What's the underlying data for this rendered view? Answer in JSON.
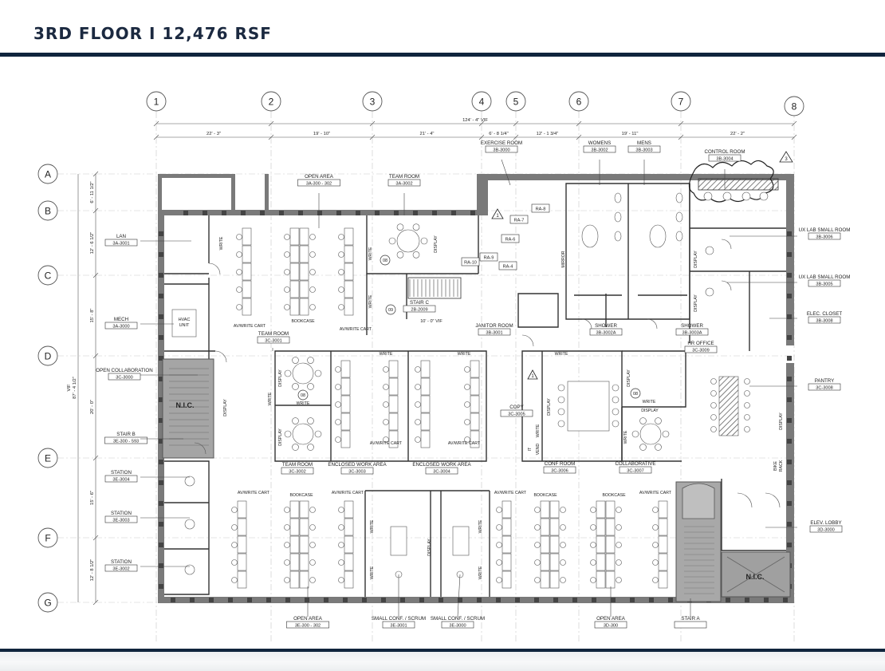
{
  "header": {
    "title": "3RD FLOOR I 12,476 RSF"
  },
  "grid": {
    "columns": [
      "1",
      "2",
      "3",
      "4",
      "5",
      "6",
      "7",
      "8"
    ],
    "rows": [
      "A",
      "B",
      "C",
      "D",
      "E",
      "F",
      "G"
    ]
  },
  "dimensions": {
    "overall": "124' - 4\" VIF",
    "col_spans": [
      "22' - 3\"",
      "19' - 10\"",
      "21' - 4\"",
      "6' - 8 1/4\"",
      "12' - 1 3/4\"",
      "19' - 11\"",
      "22' - 2\""
    ],
    "row_spans": [
      "6' - 11 1/2\"",
      "12' - 6 1/2\"",
      "15' - 8\"",
      "20' - 0\"",
      "15' - 6\"",
      "12' - 8 1/2\""
    ],
    "side_total_a": "VIF",
    "side_total_b": "87' - 4 1/2\"",
    "stair_c_dim": "10' - 0\" VIF"
  },
  "rooms": [
    {
      "key": "open_area_top",
      "name": "OPEN AREA",
      "code": "3A-300 - 302"
    },
    {
      "key": "team_room_a",
      "name": "TEAM ROOM",
      "code": "3A-3002"
    },
    {
      "key": "exercise",
      "name": "EXERCISE ROOM",
      "code": "3B-3000"
    },
    {
      "key": "womens",
      "name": "WOMENS",
      "code": "3B-3002"
    },
    {
      "key": "mens",
      "name": "MENS",
      "code": "3B-3003"
    },
    {
      "key": "control",
      "name": "CONTROL ROOM",
      "code": "3B-3004"
    },
    {
      "key": "lan",
      "name": "LAN",
      "code": "3A-3001"
    },
    {
      "key": "mech",
      "name": "MECH",
      "code": "3A-3000"
    },
    {
      "key": "stair_c",
      "name": "STAIR C",
      "code": "2B-2009"
    },
    {
      "key": "janitor",
      "name": "JANITOR ROOM",
      "code": "3B-3001"
    },
    {
      "key": "shower1",
      "name": "SHOWER",
      "code": "3B-3002A"
    },
    {
      "key": "shower2",
      "name": "SHOWER",
      "code": "3B-3003A"
    },
    {
      "key": "ux1",
      "name": "UX LAB SMALL ROOM",
      "code": "3B-3006"
    },
    {
      "key": "ux2",
      "name": "UX LAB SMALL ROOM",
      "code": "3B-3005"
    },
    {
      "key": "elec",
      "name": "ELEC. CLOSET",
      "code": "3B-3008"
    },
    {
      "key": "team_room_c1",
      "name": "TEAM ROOM",
      "code": "3C-3001"
    },
    {
      "key": "open_collab",
      "name": "OPEN COLLABORATION",
      "code": "3C-3000"
    },
    {
      "key": "hr",
      "name": "HR OFFICE",
      "code": "3C-3009"
    },
    {
      "key": "pantry",
      "name": "PANTRY",
      "code": "3C-3008"
    },
    {
      "key": "copy",
      "name": "COPY",
      "code": "3C-3005"
    },
    {
      "key": "stair_b",
      "name": "STAIR B",
      "code": "3E-300 - 593"
    },
    {
      "key": "team_room_c2",
      "name": "TEAM ROOM",
      "code": "3C-3002"
    },
    {
      "key": "ewa1",
      "name": "ENCLOSED WORK AREA",
      "code": "3C-3003"
    },
    {
      "key": "ewa2",
      "name": "ENCLOSED WORK AREA",
      "code": "3C-3004"
    },
    {
      "key": "conf",
      "name": "CONF ROOM",
      "code": "3C-3006"
    },
    {
      "key": "collab",
      "name": "COLLABORATIVE",
      "code": "3C-3007"
    },
    {
      "key": "station1",
      "name": "STATION",
      "code": "3E-3004"
    },
    {
      "key": "station2",
      "name": "STATION",
      "code": "3E-3003"
    },
    {
      "key": "station3",
      "name": "STATION",
      "code": "3E-3002"
    },
    {
      "key": "elev",
      "name": "ELEV. LOBBY",
      "code": "3D-3000"
    },
    {
      "key": "open_area_b1",
      "name": "OPEN AREA",
      "code": "3E-300 - 302"
    },
    {
      "key": "scrum1",
      "name": "SMALL CONF. / SCRUM",
      "code": "3E-3001"
    },
    {
      "key": "scrum2",
      "name": "SMALL CONF. / SCRUM",
      "code": "3E-3000"
    },
    {
      "key": "open_area_b2",
      "name": "OPEN AREA",
      "code": "3D-300"
    },
    {
      "key": "stair_a",
      "name": "STAIR A",
      "code": ""
    }
  ],
  "labels": {
    "nic": "N.I.C.",
    "hvac_1": "HVAC",
    "hvac_2": "UNIT",
    "write": "WRITE",
    "display": "DISPLAY",
    "av_cart": "AV/WRITE CART",
    "bookcase": "BOOKCASE",
    "mirror": "MIRROR",
    "it": "IT",
    "vend": "VEND",
    "bike": "BIKE",
    "rack": "RACK",
    "tag_08": "08",
    "tag_09": "09",
    "rev_1": "1",
    "rev_3": "3"
  },
  "equipment": [
    "RA-8",
    "RA-7",
    "RA-6",
    "RA-9",
    "RA-10",
    "RA-4"
  ]
}
